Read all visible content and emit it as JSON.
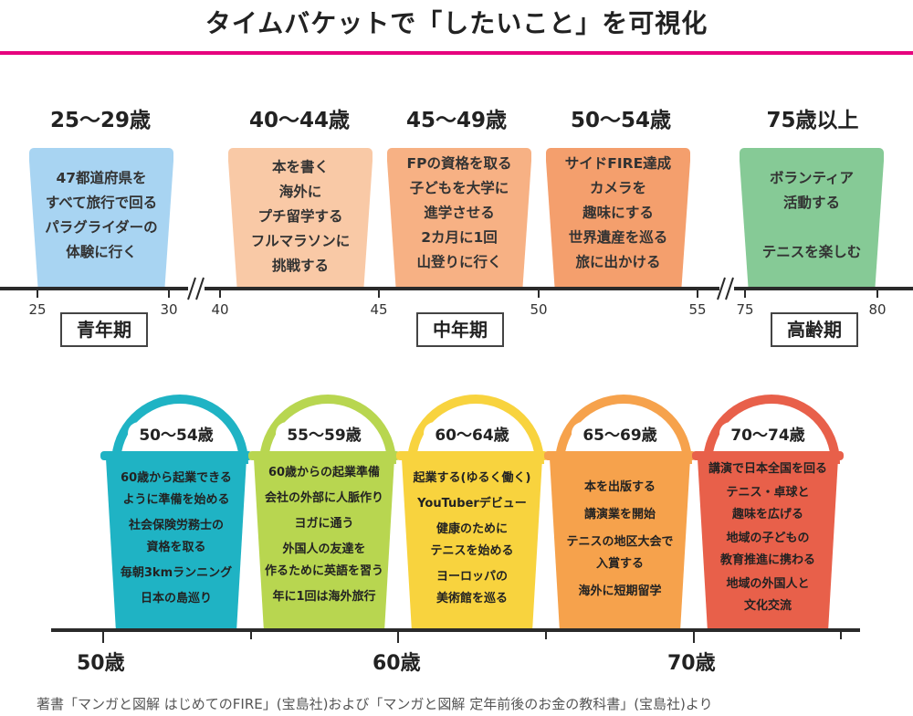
{
  "title": "タイムバケットで「したいこと」を可視化",
  "top": {
    "ranges": [
      "25〜29歳",
      "40〜44歳",
      "45〜49歳",
      "50〜54歳",
      "75歳以上"
    ],
    "cups": [
      {
        "color": "#a8d4f2",
        "items": [
          "47都道府県を",
          "すべて旅行で回る",
          "パラグライダーの",
          "体験に行く"
        ]
      },
      {
        "color": "#f9c9a6",
        "items": [
          "本を書く",
          "海外に",
          "プチ留学する",
          "フルマラソンに",
          "挑戦する"
        ]
      },
      {
        "color": "#f7b184",
        "items": [
          "FPの資格を取る",
          "子どもを大学に",
          "進学させる",
          "2カ月に1回",
          "山登りに行く"
        ]
      },
      {
        "color": "#f49f6d",
        "items": [
          "サイドFIRE達成",
          "カメラを",
          "趣味にする",
          "世界遺産を巡る",
          "旅に出かける"
        ]
      },
      {
        "color": "#86ca96",
        "items": [
          "ボランティア",
          "活動する",
          "",
          "テニスを楽しむ"
        ]
      }
    ],
    "ticks": [
      "25",
      "30",
      "40",
      "45",
      "50",
      "55",
      "75",
      "80"
    ],
    "stages": [
      "青年期",
      "中年期",
      "高齢期"
    ]
  },
  "bottom": {
    "buckets": [
      {
        "label": "50〜54歳",
        "color": "#1fb3c4",
        "items": [
          "60歳から起業できる",
          "ように準備を始める",
          "社会保険労務士の",
          "資格を取る",
          "毎朝3kmランニング",
          "日本の島巡り"
        ],
        "text_color": "#222"
      },
      {
        "label": "55〜59歳",
        "color": "#b8d650",
        "items": [
          "60歳からの起業準備",
          "会社の外部に人脈作り",
          "ヨガに通う",
          "外国人の友達を",
          "作るために英語を習う",
          "年に1回は海外旅行"
        ],
        "text_color": "#222"
      },
      {
        "label": "60〜64歳",
        "color": "#f8d33e",
        "items": [
          "起業する(ゆるく働く)",
          "YouTuberデビュー",
          "健康のために",
          "テニスを始める",
          "ヨーロッパの",
          "美術館を巡る"
        ],
        "text_color": "#222"
      },
      {
        "label": "65〜69歳",
        "color": "#f6a24c",
        "items": [
          "本を出版する",
          "講演業を開始",
          "テニスの地区大会で",
          "入賞する",
          "海外に短期留学"
        ],
        "text_color": "#222"
      },
      {
        "label": "70〜74歳",
        "color": "#e8604a",
        "items": [
          "講演で日本全国を回る",
          "テニス・卓球と",
          "趣味を広げる",
          "地域の子どもの",
          "教育推進に携わる",
          "地域の外国人と",
          "文化交流"
        ],
        "text_color": "#222"
      }
    ],
    "ages": [
      "50歳",
      "60歳",
      "70歳"
    ]
  },
  "credit": "著書「マンガと図解 はじめてのFIRE」(宝島社)および「マンガと図解 定年前後のお金の教科書」(宝島社)より"
}
